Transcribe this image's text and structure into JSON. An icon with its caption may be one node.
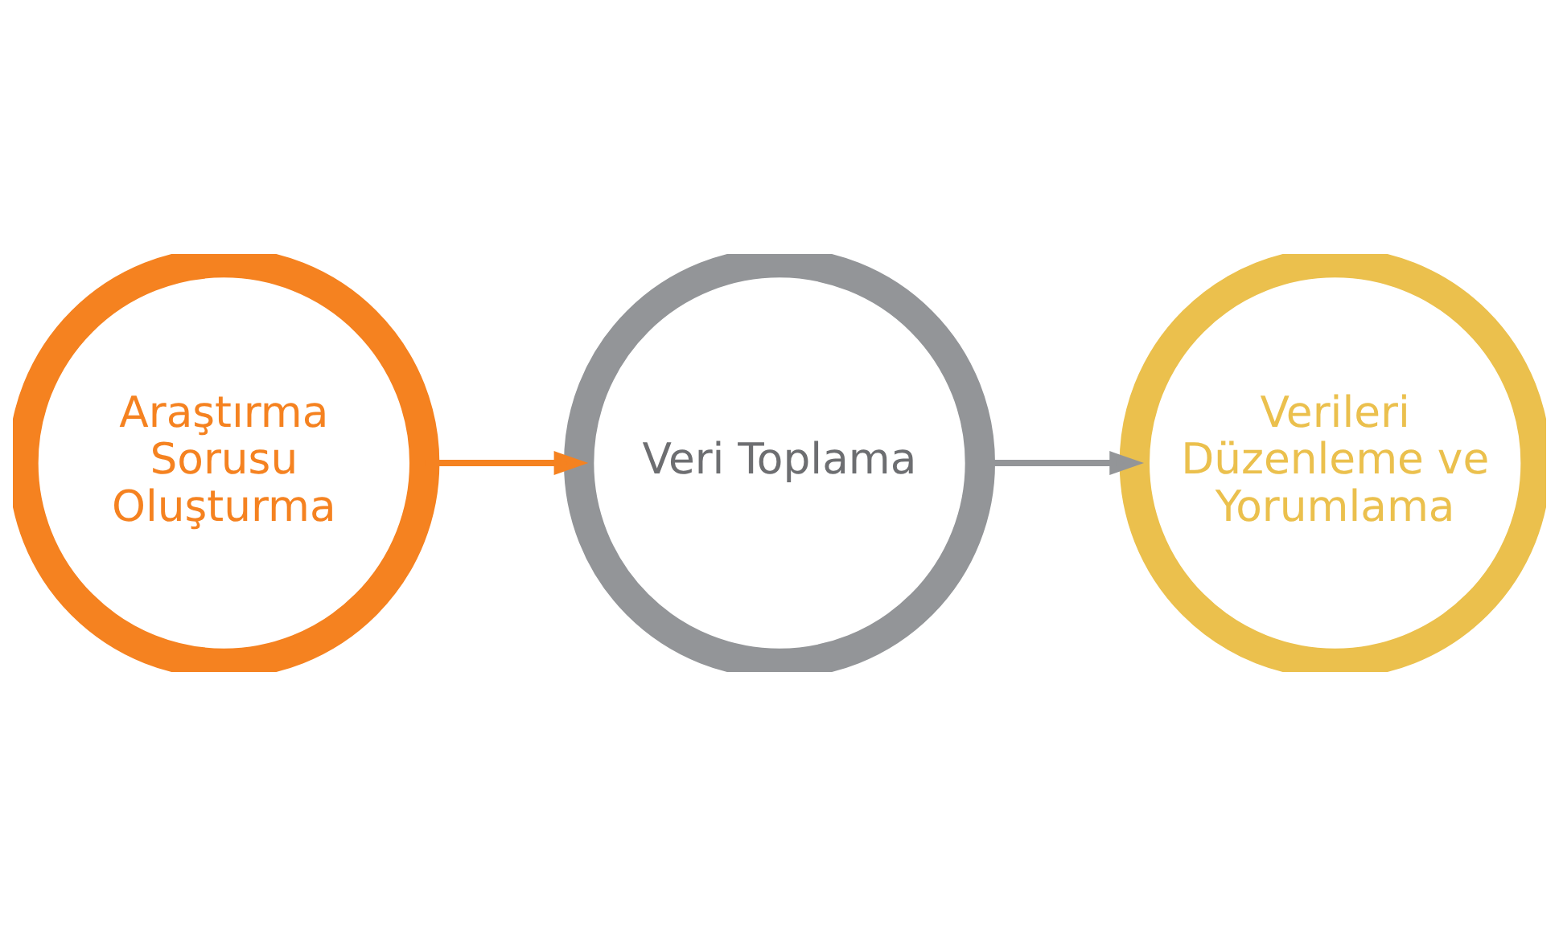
{
  "diagram": {
    "nodes": [
      {
        "text": [
          "Araştırma Sorusu Oluşturma"
        ]
      },
      {
        "text": [
          "Veri Toplama"
        ]
      },
      {
        "text": [
          "Verileri Düzenleme ve Yorumlama"
        ]
      }
    ],
    "edges": [
      {
        "from": 0,
        "to": 1,
        "arrow": "to",
        "color": "#f58220"
      },
      {
        "from": 1,
        "to": 2,
        "arrow": "to",
        "color": "#939598"
      }
    ]
  }
}
